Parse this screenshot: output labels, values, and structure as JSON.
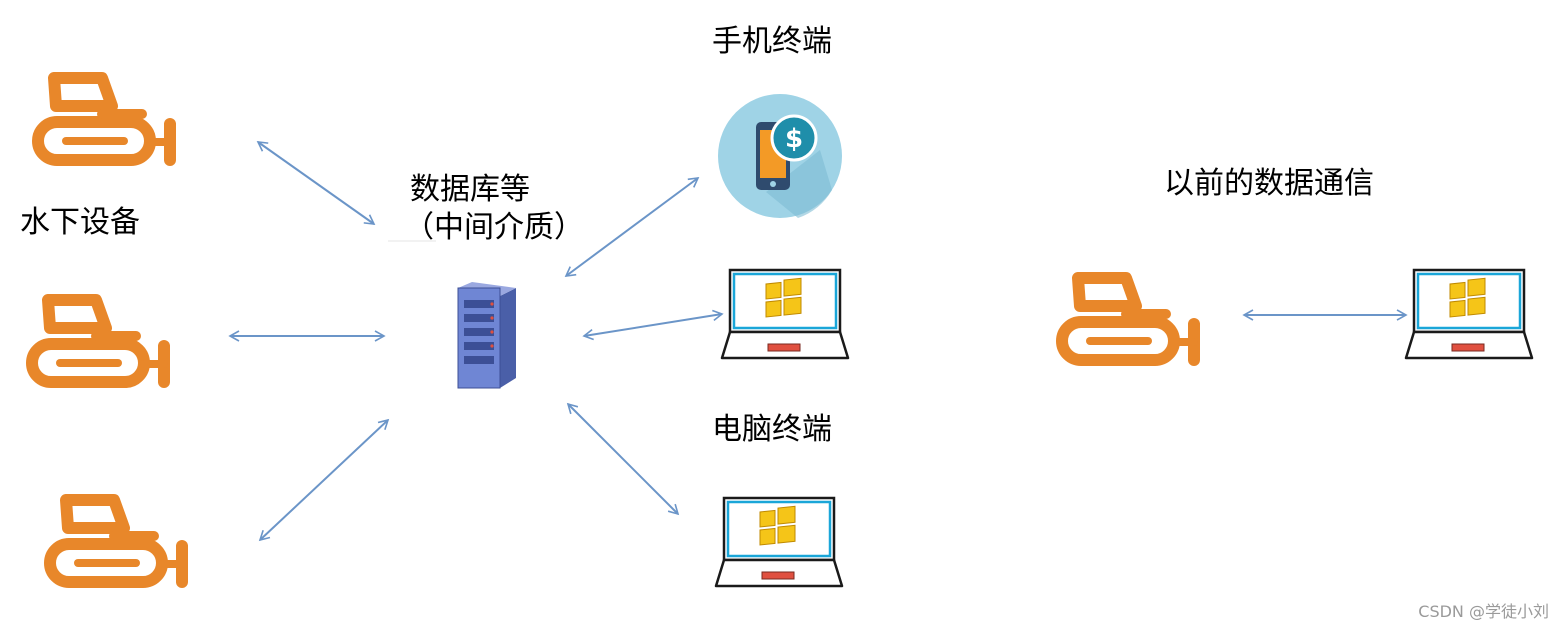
{
  "labels": {
    "underwater_devices": "水下设备",
    "database_line1": "数据库等",
    "database_line2": "（中间介质）",
    "mobile_terminal": "手机终端",
    "pc_terminal": "电脑终端",
    "previous_comm": "以前的数据通信"
  },
  "watermark": "CSDN @学徒小刘",
  "colors": {
    "excavator": "#e8872a",
    "arrow": "#6b95c8",
    "laptop_screen": "#1aa6d8",
    "laptop_outline": "#1a1a1a",
    "laptop_pad": "#e05040",
    "windows_logo": "#f5c518",
    "phone_circle": "#9fd3e6",
    "phone_body": "#2f4b6e",
    "phone_screen": "#f39a26",
    "dollar_badge": "#1f8eaa",
    "server": "#5b73c6"
  },
  "icons": {
    "device": "excavator-icon",
    "server": "server-icon",
    "phone": "phone-dollar-icon",
    "laptop": "laptop-windows-icon"
  }
}
